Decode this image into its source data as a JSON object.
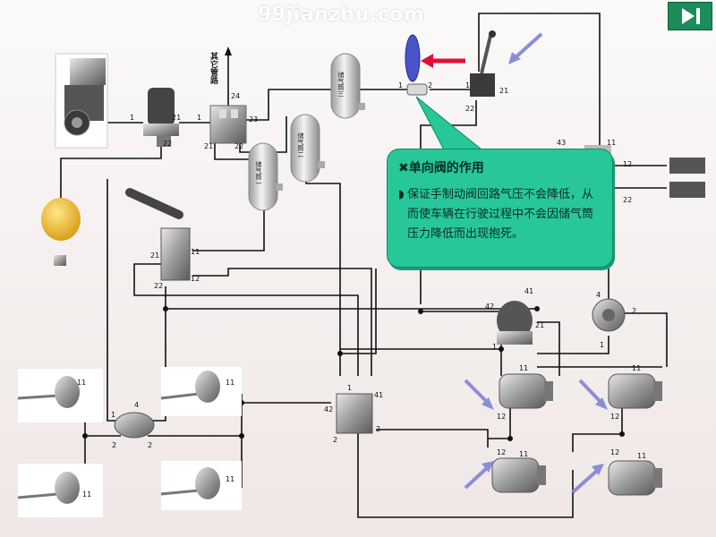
{
  "watermark": "99jianzhu.com",
  "callout": {
    "title_icon": "✖",
    "title": "单向阀的作用",
    "bullet": "◗",
    "body": "保证手制动阀回路气压不会降低，从而使车辆在行驶过程中不会因储气筒压力降低而出现抱死。"
  },
  "other_circuits_label": "其它管路",
  "tanks": {
    "tank_1": "储气筒一",
    "tank_2": "储气筒二",
    "tank_3": "储气筒三"
  },
  "ports": {
    "compressor_out": "1",
    "dryer_in": "1",
    "dryer_out": "21",
    "dryer_22": "22",
    "pv_1": "1",
    "pv_21": "21",
    "pv_22": "22",
    "pv_23": "23",
    "pv_24": "24",
    "check_1": "1",
    "check_2": "2",
    "hand_21": "21",
    "hand_22": "22",
    "hand_1": "1",
    "foot_21": "21",
    "foot_11": "11",
    "foot_12": "12",
    "foot_22": "22",
    "hb_41": "41",
    "hb_42": "42",
    "hb_21": "21",
    "hb_1": "1",
    "front_left_11": "11",
    "front_right_11": "11",
    "mid_left_11": "11",
    "mid_right_11": "11",
    "quick_4": "4",
    "quick_1": "1",
    "quick_2a": "2",
    "quick_2b": "2",
    "relay_4": "4",
    "relay_2": "2",
    "relay_1": "1",
    "hrelay_1": "1",
    "hrelay_41": "41",
    "hrelay_42": "42",
    "hrelay_2a": "2",
    "hrelay_2b": "2",
    "rc1_11": "11",
    "rc1_12": "12",
    "rc2_11": "11",
    "rc2_12": "12",
    "rc3_11": "11",
    "rc3_12": "12",
    "rc4_11": "11",
    "rc4_12": "12",
    "trailer_43": "43",
    "trailer_11": "11",
    "trailer_12": "12",
    "trailer_22": "22"
  },
  "colors": {
    "callout_bg": "#27c79a",
    "arrow_red": "#e0103a",
    "arrow_blue": "#8a8ed8",
    "indicator_blue": "#4755c8",
    "button_green": "#1b8c5a"
  }
}
